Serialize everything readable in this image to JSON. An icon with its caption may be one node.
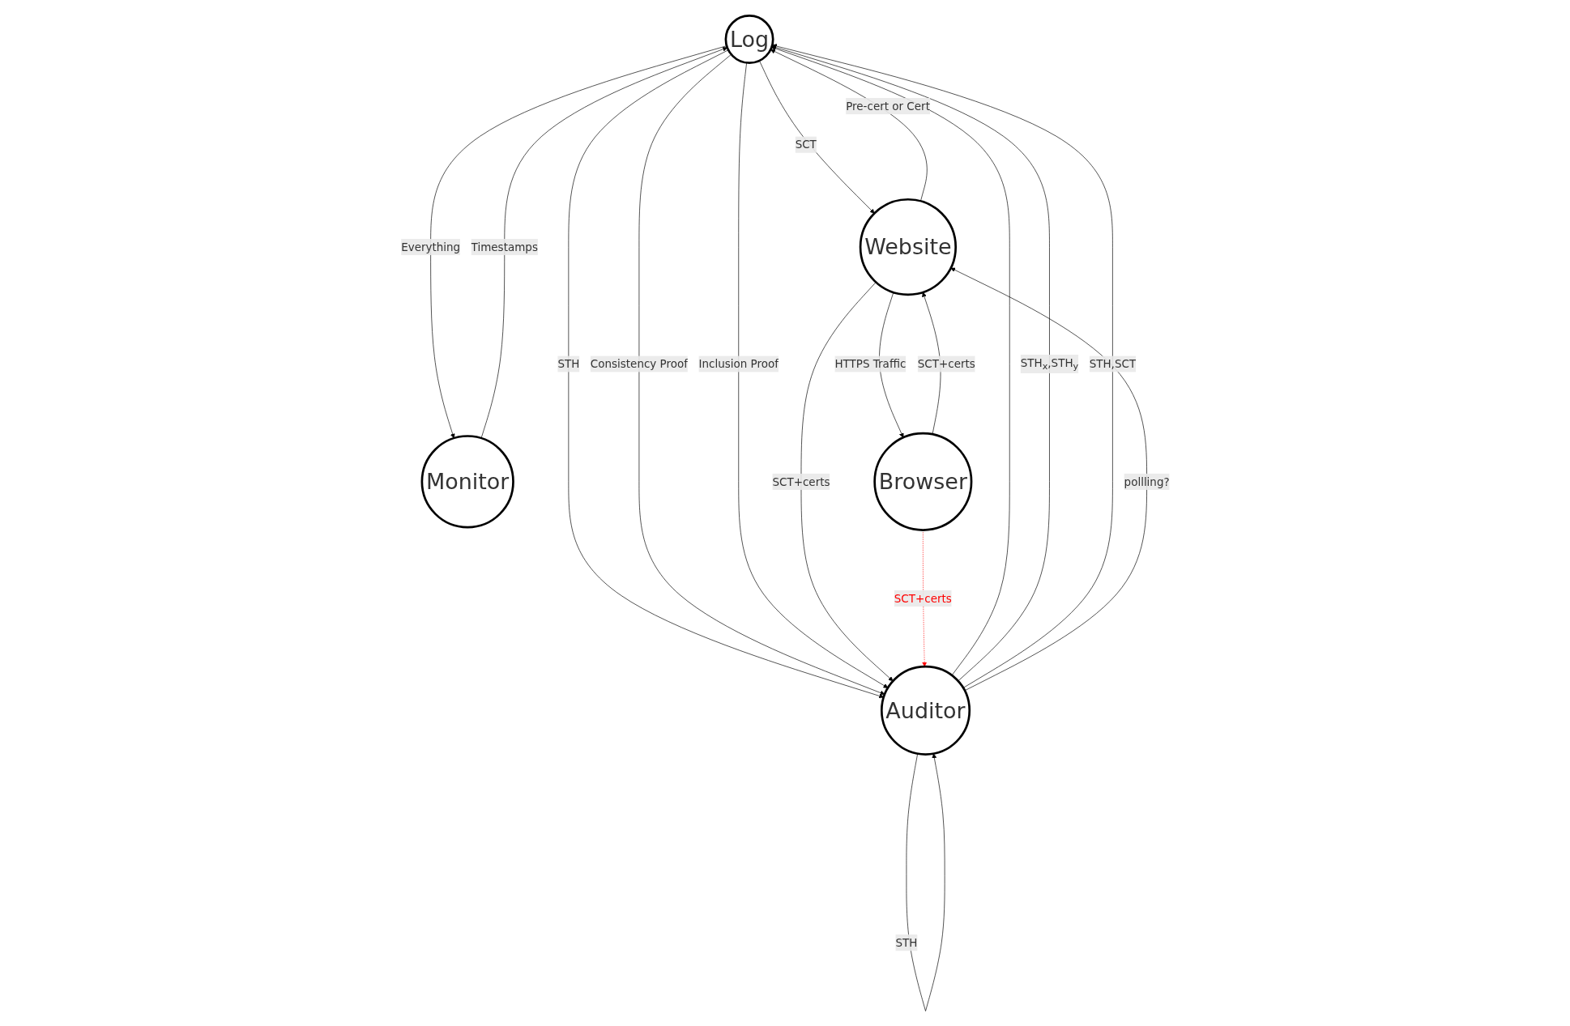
{
  "diagram": {
    "nodes": [
      {
        "text": [
          "Log"
        ]
      },
      {
        "text": [
          "Website"
        ]
      },
      {
        "text": [
          "Monitor"
        ]
      },
      {
        "text": [
          "Auditor"
        ]
      },
      {
        "text": [
          "Browser"
        ]
      }
    ],
    "edges": [
      {
        "from": 1,
        "to": 0,
        "arrow": "to",
        "label": "Pre-cert or Cert"
      },
      {
        "from": 0,
        "to": 1,
        "arrow": "to",
        "label": "SCT"
      },
      {
        "from": 2,
        "to": 0,
        "arrow": "to",
        "label": "Timestamps"
      },
      {
        "from": 0,
        "to": 2,
        "arrow": "to",
        "label": "Everything"
      },
      {
        "from": 3,
        "to": 0,
        "arrow": "to"
      },
      {
        "from": 0,
        "to": 3,
        "arrow": "to",
        "label": "STH"
      },
      {
        "from": 3,
        "to": 0,
        "arrow": "to",
        "label": "STH$_{x}$,STH$_{y}$"
      },
      {
        "from": 0,
        "to": 3,
        "arrow": "to",
        "label": "Consistency Proof"
      },
      {
        "from": 3,
        "to": 0,
        "arrow": "to",
        "label": "STH,SCT"
      },
      {
        "from": 0,
        "to": 3,
        "arrow": "to",
        "label": "Inclusion Proof"
      },
      {
        "from": 3,
        "to": 1,
        "arrow": "to",
        "label": "pollling?"
      },
      {
        "from": 1,
        "to": 3,
        "arrow": "to",
        "label": "SCT+certs"
      },
      {
        "from": 4,
        "to": 1,
        "arrow": "to",
        "label": "SCT+certs"
      },
      {
        "from": 1,
        "to": 4,
        "arrow": "to",
        "label": "HTTPS Traffic"
      },
      {
        "from": 4,
        "to": 3,
        "arrow": "to",
        "label": "SCT+certs",
        "style": "dashed",
        "color": "#ff0000"
      },
      {
        "from": 3,
        "to": 3,
        "arrow": "to",
        "label": "STH"
      }
    ]
  }
}
